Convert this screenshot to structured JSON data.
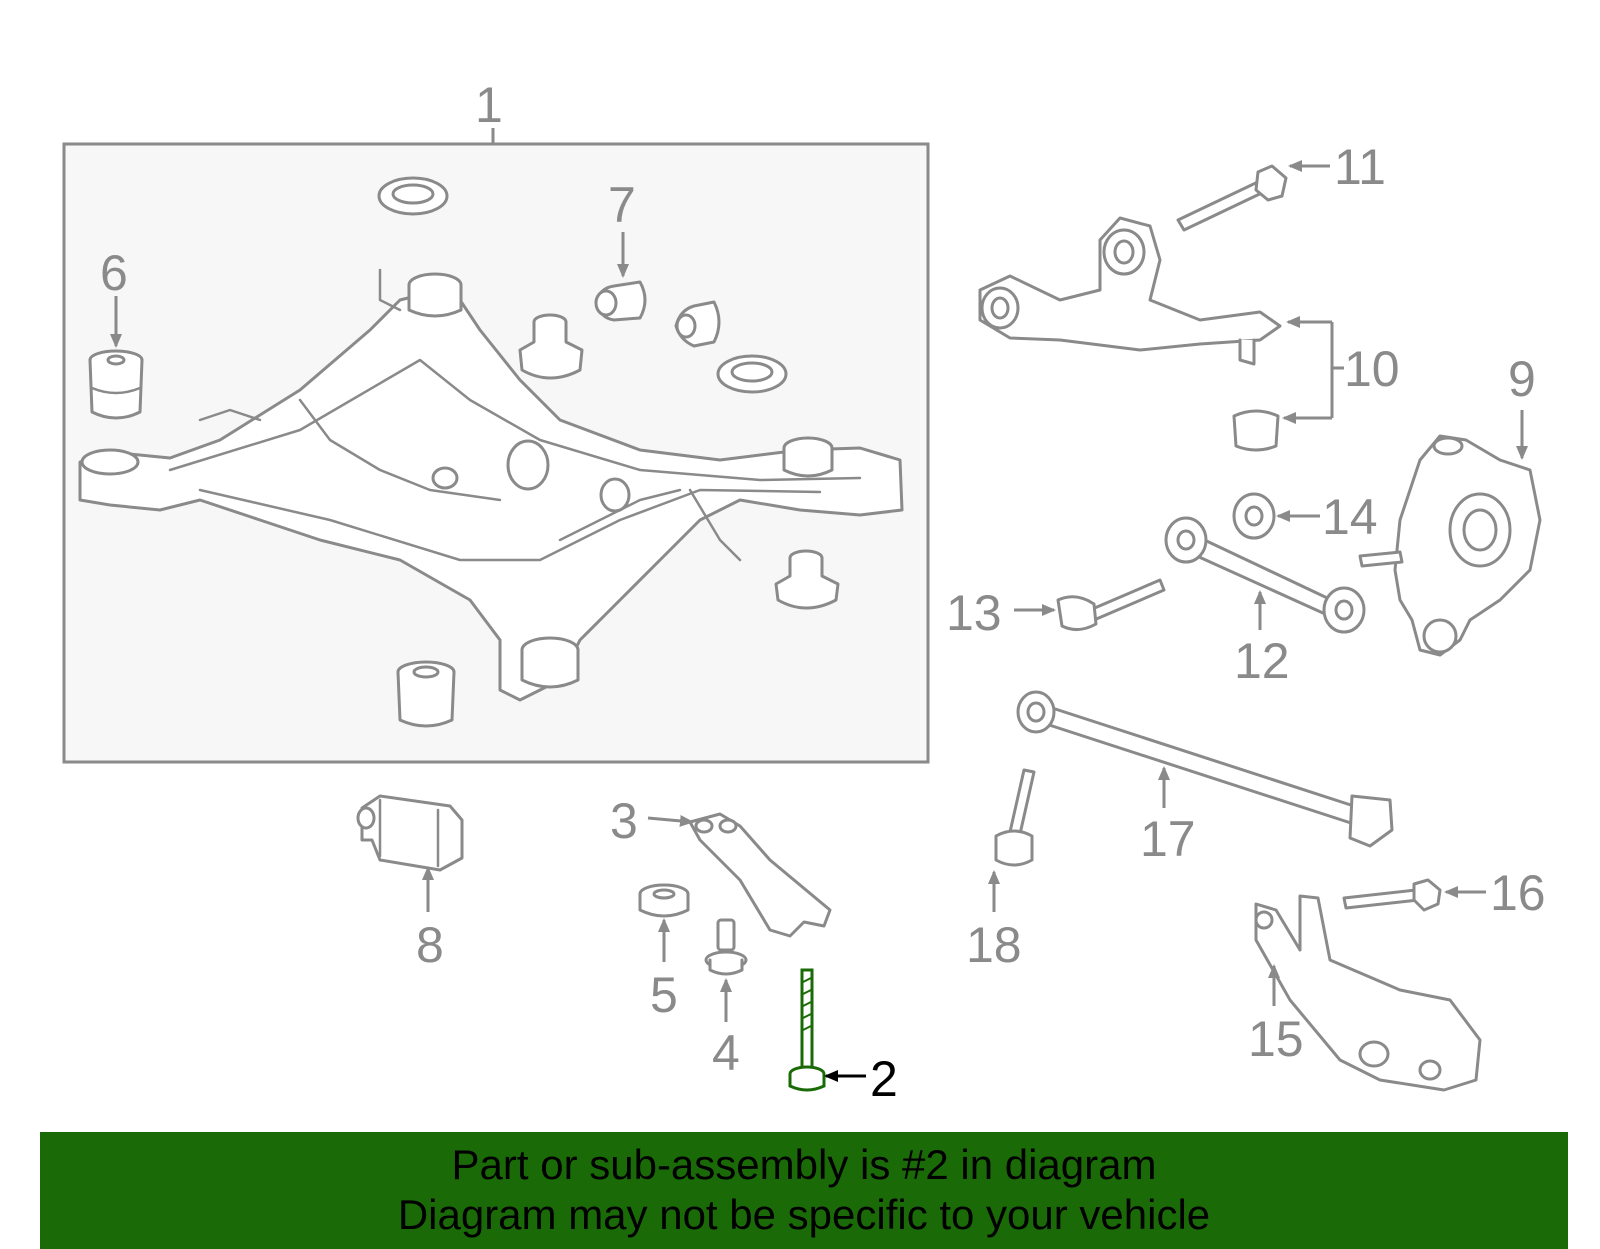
{
  "callouts": {
    "c1": "1",
    "c2": "2",
    "c3": "3",
    "c4": "4",
    "c5": "5",
    "c6": "6",
    "c7": "7",
    "c8": "8",
    "c9": "9",
    "c10": "10",
    "c11": "11",
    "c12": "12",
    "c13": "13",
    "c14": "14",
    "c15": "15",
    "c16": "16",
    "c17": "17",
    "c18": "18"
  },
  "highlighted_part": "2",
  "colors": {
    "line": "#8a8a8a",
    "highlight": "#1a6b08",
    "banner": "#1a6b08",
    "frame_fill": "#f7f7f7"
  },
  "banner": {
    "line1": "Part or sub-assembly is #2 in diagram",
    "line2": "Diagram may not be specific to your vehicle"
  }
}
